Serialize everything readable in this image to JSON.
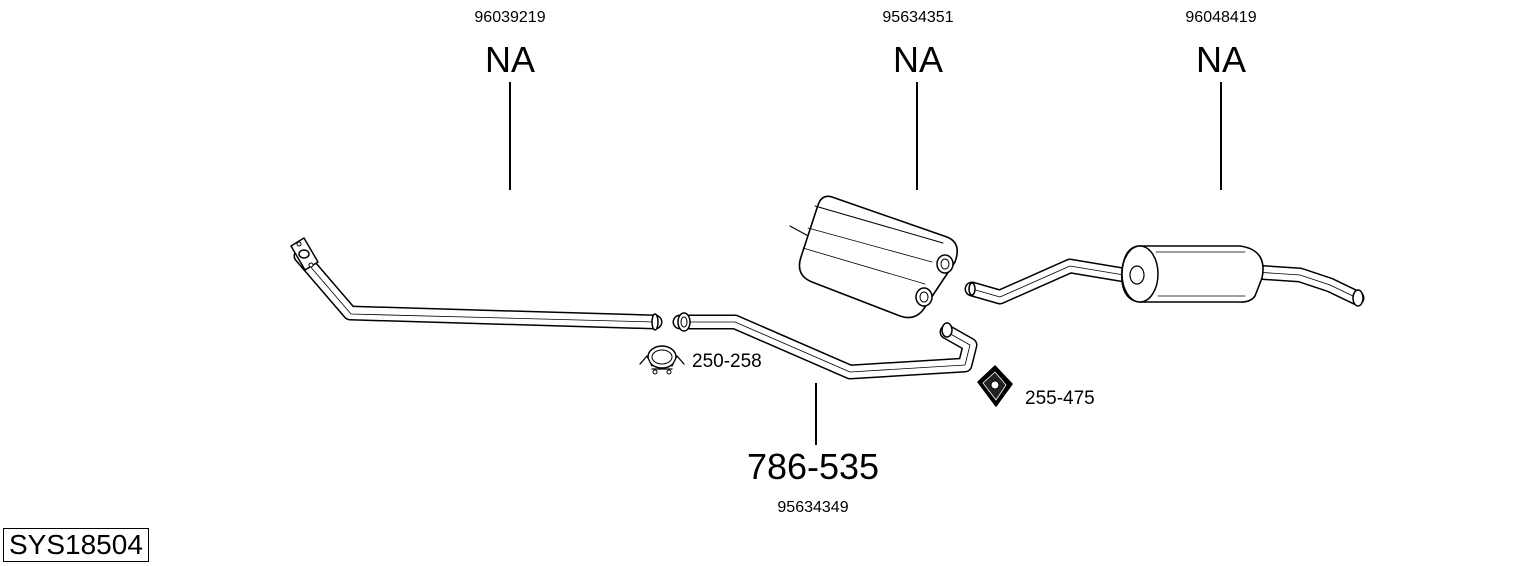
{
  "system_code": "SYS18504",
  "parts": [
    {
      "oe_number": "96039219",
      "part_number": "NA"
    },
    {
      "oe_number": "95634351",
      "part_number": "NA"
    },
    {
      "oe_number": "96048419",
      "part_number": "NA"
    },
    {
      "oe_number": "95634349",
      "part_number": "786-535"
    }
  ],
  "accessories": [
    {
      "label": "250-258",
      "icon": "pipe-clamp-icon"
    },
    {
      "label": "255-475",
      "icon": "rubber-mount-icon"
    }
  ]
}
